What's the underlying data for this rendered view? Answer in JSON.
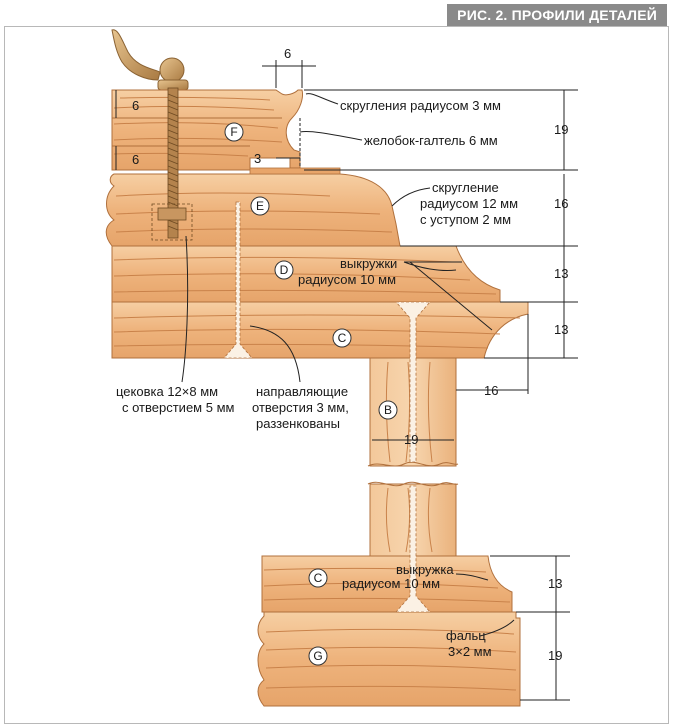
{
  "figure": {
    "title": "РИС. 2. ПРОФИЛИ ДЕТАЛЕЙ"
  },
  "parts": {
    "F": "F",
    "E": "E",
    "D": "D",
    "C": "C",
    "B": "B",
    "C2": "C",
    "G": "G"
  },
  "callouts": {
    "radius3": "скругления радиусом 3 мм",
    "groove": "желобок-галтель 6 мм",
    "round12_1": "скругление",
    "round12_2": "радиусом 12 мм",
    "round12_3": "с уступом 2 мм",
    "cove10_1": "выкружки",
    "cove10_2": "радиусом 10 мм",
    "counterbore_1": "цековка 12×8 мм",
    "counterbore_2": "с отверстием 5 мм",
    "pilot_1": "направляющие",
    "pilot_2": "отверстия 3 мм,",
    "pilot_3": "раззенкованы",
    "cove_low_1": "выкружка",
    "cove_low_2": "радиусом 10 мм",
    "rabbet_1": "фальц",
    "rabbet_2": "3×2 мм"
  },
  "dimensions": {
    "top_w": "6",
    "f_upper": "6",
    "f_lower": "6",
    "f_inner": "3",
    "h19_top": "19",
    "h16": "16",
    "h13_a": "13",
    "h13_b": "13",
    "w16": "16",
    "w19": "19",
    "h13_c": "13",
    "h19_bot": "19"
  },
  "colors": {
    "wood_light": "#f3c79a",
    "wood_mid": "#e9a96f",
    "wood_dark": "#d98f55",
    "grain": "#c9824a",
    "outline": "#b0703c",
    "finial": "#caa36e",
    "dim": "#222222"
  }
}
